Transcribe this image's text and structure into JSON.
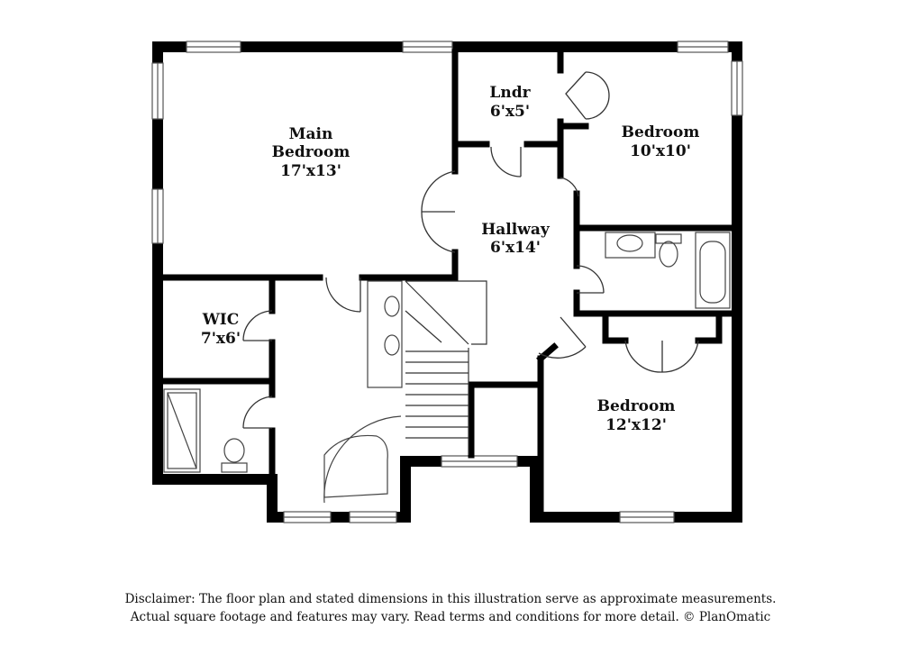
{
  "rooms": {
    "main_bedroom": {
      "name_line1": "Main",
      "name_line2": "Bedroom",
      "size": "17'x13'"
    },
    "laundry": {
      "name": "Lndr",
      "size": "6'x5'"
    },
    "bedroom_ne": {
      "name": "Bedroom",
      "size": "10'x10'"
    },
    "hallway": {
      "name": "Hallway",
      "size": "6'x14'"
    },
    "wic": {
      "name": "WIC",
      "size": "7'x6'"
    },
    "bedroom_se": {
      "name": "Bedroom",
      "size": "12'x12'"
    }
  },
  "disclaimer": {
    "line1": "Disclaimer: The floor plan and stated dimensions in this illustration serve as approximate measurements.",
    "line2": "Actual square footage and features may vary. Read terms and conditions for more detail. © PlanOmatic"
  },
  "colors": {
    "wall": "#000000",
    "fixture_line": "#444444",
    "background": "#ffffff"
  }
}
